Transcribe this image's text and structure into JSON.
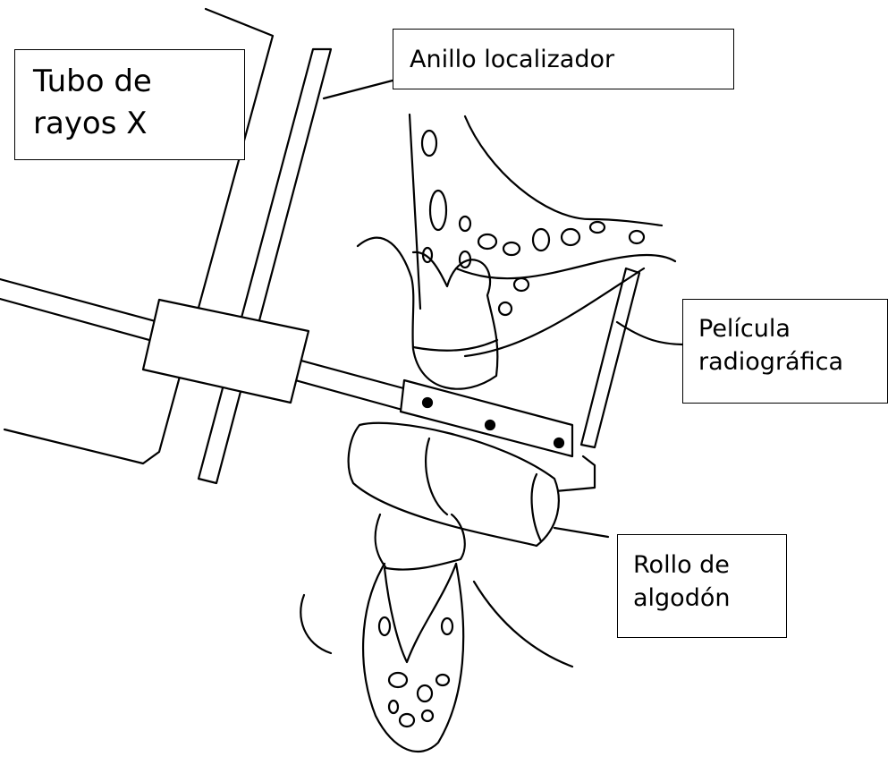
{
  "labels": {
    "tubo": {
      "line1": "Tubo de",
      "line2": "rayos X"
    },
    "anillo": {
      "line1": "Anillo localizador"
    },
    "pelicula": {
      "line1": "Película",
      "line2": "radiográfica"
    },
    "rollo": {
      "line1": "Rollo de",
      "line2": "algodón"
    }
  },
  "colors": {
    "ink": "#000000",
    "paper": "#ffffff"
  }
}
